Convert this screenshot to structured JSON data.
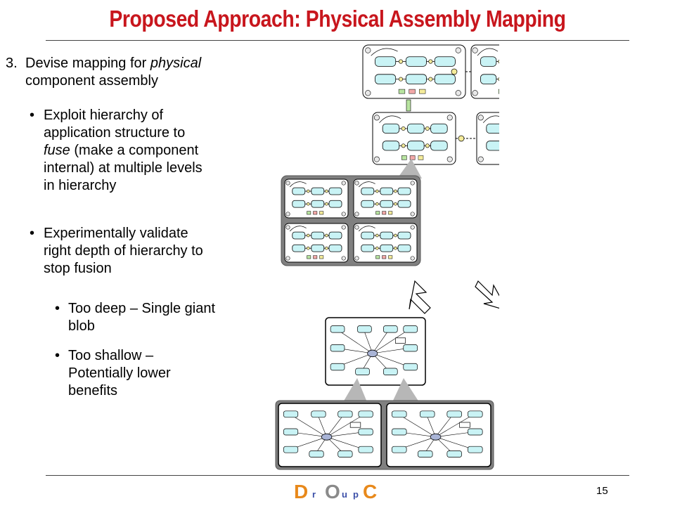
{
  "title": "Proposed Approach: Physical Assembly Mapping",
  "bullets": {
    "level0": {
      "marker": "3.",
      "text": "Devise mapping for physical component assembly",
      "emph": "physical"
    },
    "item1": {
      "marker": "•",
      "text": "Exploit hierarchy of application structure to fuse (make a component internal) at multiple levels in hierarchy",
      "emph": "fuse"
    },
    "item2": {
      "marker": "•",
      "text": "Experimentally validate right depth of hierarchy to stop fusion"
    },
    "sub1": {
      "marker": "•",
      "text": "Too deep – Single giant blob"
    },
    "sub2": {
      "marker": "•",
      "text": "Too shallow – Potentially lower benefits"
    }
  },
  "footer": {
    "page_number": "15",
    "logo_letters": [
      "D",
      "r",
      "O",
      "u",
      "C",
      "p"
    ]
  },
  "colors": {
    "title": "#c8161d",
    "component_fill": "#c9f3f5",
    "panel_fill": "#808080",
    "shadow_fill": "#b7b7b7",
    "hub_fill": "#a9b4d6",
    "port_yellow": "#f4eb9a",
    "port_red": "#f2a8a8",
    "port_green": "#b8e4a0",
    "logo_orange": "#e8891b",
    "logo_blue": "#3b4fa8",
    "logo_grey": "#8a8a8a"
  }
}
